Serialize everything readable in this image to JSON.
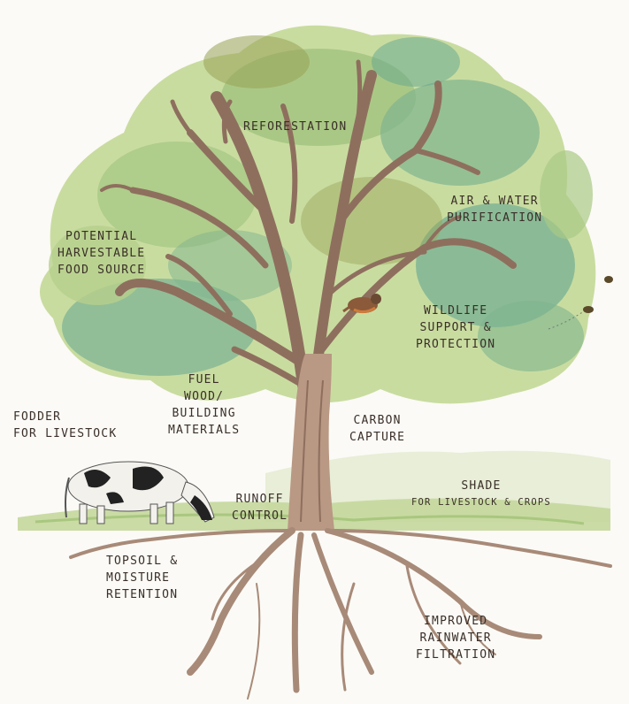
{
  "labels": {
    "reforestation": "Reforestation",
    "air_water": [
      "Air & Water",
      "Purification"
    ],
    "food": [
      "Potential",
      "Harvestable",
      "Food Source"
    ],
    "wildlife": [
      "Wildlife",
      "Support &",
      "Protection"
    ],
    "fuel": [
      "Fuel",
      "Wood/",
      "Building",
      "Materials"
    ],
    "fodder": [
      "Fodder",
      "for Livestock"
    ],
    "carbon": [
      "Carbon",
      "Capture"
    ],
    "shade": [
      "Shade",
      "for Livestock & Crops"
    ],
    "runoff": [
      "Runoff",
      "Control"
    ],
    "topsoil": [
      "Topsoil &",
      "Moisture",
      "Retention"
    ],
    "rainwater": [
      "Improved",
      "Rainwater",
      "Filtration"
    ]
  },
  "colors": {
    "foliage_light": "#c9dca0",
    "foliage_mid": "#9fc27c",
    "foliage_teal": "#62a58f",
    "foliage_olive": "#98a356",
    "bark": "#8e6f5e",
    "bark_dark": "#6d5245",
    "grass": "#b8cf8e",
    "ink": "#3a2f28"
  }
}
